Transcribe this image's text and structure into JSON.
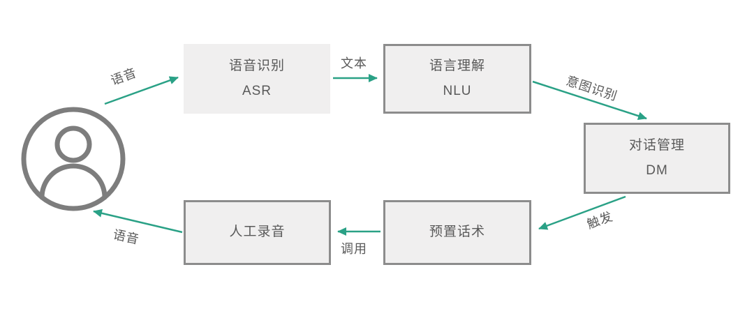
{
  "nodes": {
    "asr": {
      "title": "语音识别",
      "subtitle": "ASR"
    },
    "nlu": {
      "title": "语言理解",
      "subtitle": "NLU"
    },
    "dm": {
      "title": "对话管理",
      "subtitle": "DM"
    },
    "preset_script": {
      "title": "预置话术"
    },
    "manual_recording": {
      "title": "人工录音"
    }
  },
  "edges": {
    "user_to_asr": "语音",
    "asr_to_nlu": "文本",
    "nlu_to_dm": "意图识别",
    "dm_to_preset": "触发",
    "preset_to_recording": "调用",
    "recording_to_user": "语音"
  },
  "icons": {
    "user": "user-icon"
  },
  "colors": {
    "arrow": "#2aa186",
    "node_fill": "#f0efef",
    "node_border": "#8c8c8c",
    "node_text": "#595959",
    "user_icon": "#7d7d7d",
    "background": "#ffffff"
  }
}
